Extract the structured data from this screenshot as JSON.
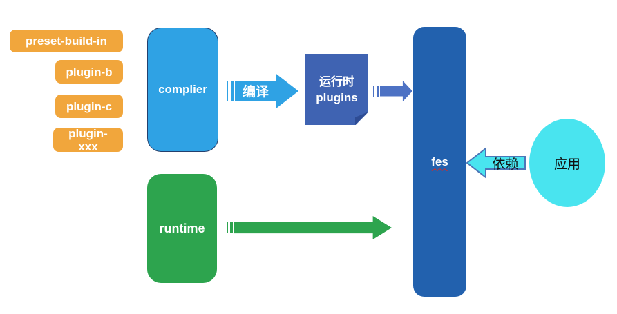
{
  "canvas": {
    "background": "#FFFFFF"
  },
  "colors": {
    "orange": "#F1A63C",
    "sky": "#2FA2E4",
    "sky_border": "#24406E",
    "green": "#2DA44E",
    "fes_blue": "#2261AE",
    "note_blue": "#3F63B2",
    "note_fold": "#2E4C94",
    "link_blue": "#4D72C4",
    "cyan": "#49E4EF",
    "cyan_border": "#4C76B8",
    "underline_red": "#E0281E"
  },
  "plugin_stack": {
    "items": [
      {
        "label": "preset-build-in"
      },
      {
        "label": "plugin-b"
      },
      {
        "label": "plugin-c"
      },
      {
        "label": "plugin-\nxxx"
      }
    ]
  },
  "nodes": {
    "complier": {
      "label": "complier"
    },
    "runtime": {
      "label": "runtime"
    },
    "runtime_plugins": {
      "label": "运行时\nplugins"
    },
    "fes": {
      "label": "fes"
    },
    "app": {
      "label": "应用"
    }
  },
  "arrows": {
    "compile": {
      "label": "编译"
    },
    "depends": {
      "label": "依赖"
    }
  }
}
